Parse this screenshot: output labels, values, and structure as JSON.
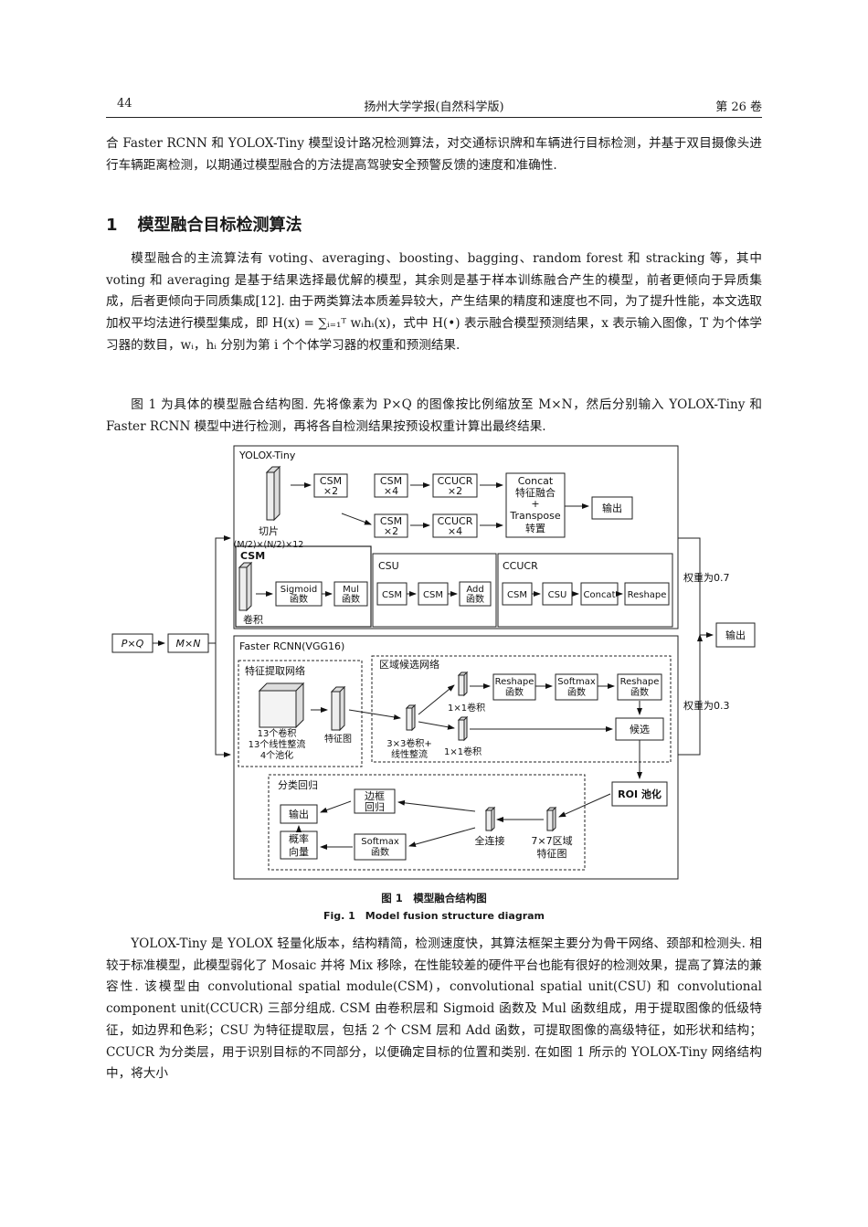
{
  "header": {
    "page_number": "44",
    "journal": "扬州大学学报(自然科学版)",
    "volume": "第 26 卷"
  },
  "paragraphs": {
    "intro": "合 Faster RCNN 和 YOLOX-Tiny 模型设计路况检测算法，对交通标识牌和车辆进行目标检测，并基于双目摄像头进行车辆距离检测，以期通过模型融合的方法提高驾驶安全预警反馈的速度和准确性.",
    "p1": "模型融合的主流算法有 voting、averaging、boosting、bagging、random forest 和 stracking 等，其中 voting 和 averaging 是基于结果选择最优解的模型，其余则是基于样本训练融合产生的模型，前者更倾向于异质集成，后者更倾向于同质集成[12]. 由于两类算法本质差异较大，产生结果的精度和速度也不同，为了提升性能，本文选取加权平均法进行模型集成，即 H(x) = ∑ᵢ₌₁ᵀ wᵢhᵢ(x)，式中 H(•) 表示融合模型预测结果，x 表示输入图像，T 为个体学习器的数目，wᵢ，hᵢ 分别为第 i 个个体学习器的权重和预测结果.",
    "p2": "图 1 为具体的模型融合结构图. 先将像素为 P×Q 的图像按比例缩放至 M×N，然后分别输入 YOLOX-Tiny 和 Faster RCNN 模型中进行检测，再将各自检测结果按预设权重计算出最终结果.",
    "p3": "YOLOX-Tiny 是 YOLOX 轻量化版本，结构精简，检测速度快，其算法框架主要分为骨干网络、颈部和检测头. 相较于标准模型，此模型弱化了 Mosaic 并将 Mix 移除，在性能较差的硬件平台也能有很好的检测效果，提高了算法的兼容性. 该模型由 convolutional spatial module(CSM)，convolutional spatial unit(CSU) 和 convolutional component unit(CCUCR) 三部分组成. CSM 由卷积层和 Sigmoid 函数及 Mul 函数组成，用于提取图像的低级特征，如边界和色彩；CSU 为特征提取层，包括 2 个 CSM 层和 Add 函数，可提取图像的高级特征，如形状和结构；CCUCR 为分类层，用于识别目标的不同部分，以便确定目标的位置和类别. 在如图 1 所示的 YOLOX-Tiny 网络结构中，将大小"
  },
  "section": {
    "number": "1",
    "title": "模型融合目标检测算法"
  },
  "figure": {
    "yolo_title": "YOLOX-Tiny",
    "slice_label": "切片",
    "slice_dim": "(M/2)×(N/2)×12",
    "csm_x2": [
      "CSM",
      "×2"
    ],
    "csm_x4": [
      "CSM",
      "×4"
    ],
    "ccucr_x2": [
      "CCUCR",
      "×2"
    ],
    "csm_x2b": [
      "CSM",
      "×2"
    ],
    "ccucr_x4": [
      "CCUCR",
      "×4"
    ],
    "concat": [
      "Concat",
      "特征融合",
      "+",
      "Transpose",
      "转置"
    ],
    "output": "输出",
    "csm_title": "CSM",
    "sigmoid": [
      "Sigmoid",
      "函数"
    ],
    "mul": [
      "Mul",
      "函数"
    ],
    "conv": "卷积",
    "csu_title": "CSU",
    "csu_csm1": "CSM",
    "csu_csm2": "CSM",
    "add": [
      "Add",
      "函数"
    ],
    "ccucr_title": "CCUCR",
    "cc_csm": "CSM",
    "cc_csu": "CSU",
    "cc_concat": "Concat",
    "cc_reshape": "Reshape",
    "input_pq": "P×Q",
    "input_mn": "M×N",
    "weight_07": "权重为0.7",
    "weight_03": "权重为0.3",
    "final_output": "输出",
    "frcnn_title": "Faster RCNN(VGG16)",
    "feature_net": "特征提取网络",
    "conv13": "13个卷积",
    "relu13": "13个线性整流",
    "pool4": "4个池化",
    "feature_map": "特征图",
    "rpn": "区域候选网络",
    "conv1a": "1×1卷积",
    "conv1b": "1×1卷积",
    "conv3": "3×3卷积+",
    "relu": "线性整流",
    "reshape1": [
      "Reshape",
      "函数"
    ],
    "softmax1": [
      "Softmax",
      "函数"
    ],
    "reshape2": [
      "Reshape",
      "函数"
    ],
    "candidate": "候选",
    "roi": "ROI 池化",
    "cls": "分类回归",
    "bbox": [
      "边框",
      "回归"
    ],
    "cls_out": "输出",
    "prob": [
      "概率",
      "向量"
    ],
    "softmax2": [
      "Softmax",
      "函数"
    ],
    "fc": "全连接",
    "region77": [
      "7×7区域",
      "特征图"
    ]
  },
  "caption": {
    "cn": "图 1　模型融合结构图",
    "en": "Fig. 1　Model fusion structure diagram"
  }
}
